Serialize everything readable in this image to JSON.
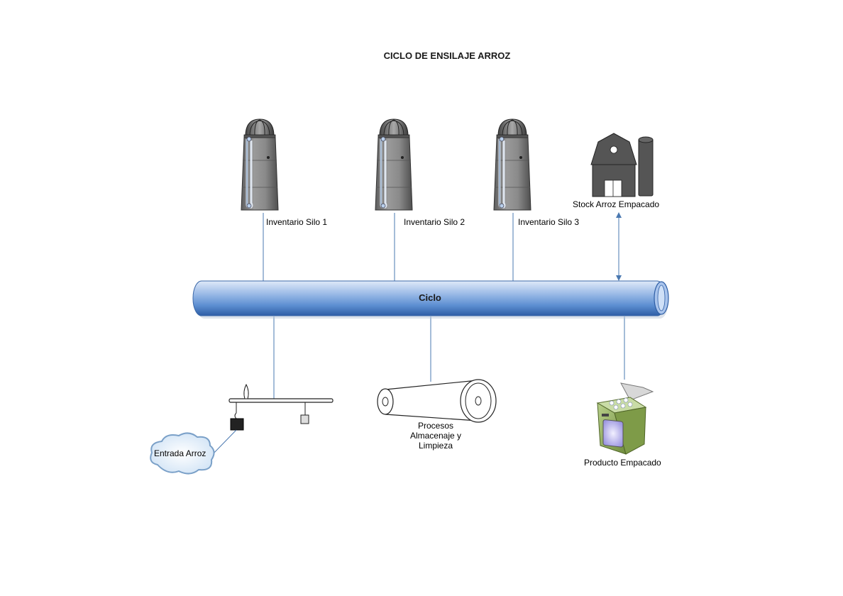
{
  "title": "CICLO DE ENSILAJE ARROZ",
  "bus": {
    "label": "Ciclo"
  },
  "silos": [
    {
      "label": "Inventario Silo 1"
    },
    {
      "label": "Inventario Silo 2"
    },
    {
      "label": "Inventario Silo 3"
    }
  ],
  "stock": {
    "label": "Stock Arroz Empacado"
  },
  "entrada": {
    "label": "Entrada Arroz"
  },
  "procesos": {
    "line1": "Procesos",
    "line2": "Almacenaje y",
    "line3": "Limpieza"
  },
  "producto": {
    "label": "Producto Empacado"
  },
  "colors": {
    "connector": "#4a78b0",
    "pipe_light": "#dce8f8",
    "pipe_dark": "#3d6fb8",
    "silo": "#7c7c7c"
  },
  "icons": [
    "silo-icon",
    "barn-icon",
    "scale-icon",
    "cloud-icon",
    "pulley-belt-icon",
    "packaged-product-icon"
  ]
}
